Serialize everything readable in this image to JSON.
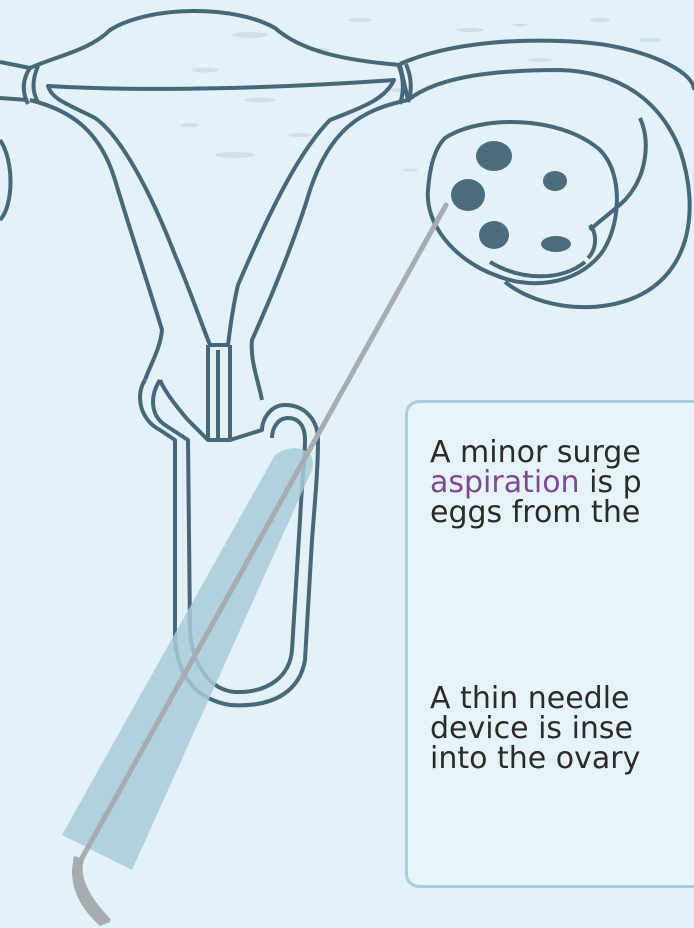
{
  "card": {
    "para1": {
      "line1": "A minor surge",
      "line2_accent": "aspiration",
      "line2_rest": " is p",
      "line3": "eggs from the"
    },
    "para2": {
      "line1": "A thin needle",
      "line2": "device is inse",
      "line3": "into the ovary"
    }
  },
  "colors": {
    "background": "#e3f1f8",
    "outline": "#47677a",
    "follicle": "#4c6b7d",
    "probe": "#a9cad8",
    "needle": "#aab0b3",
    "card_border": "#a9cfdc",
    "accent_text": "#7c4a93",
    "body_text": "#2b2b2b"
  }
}
